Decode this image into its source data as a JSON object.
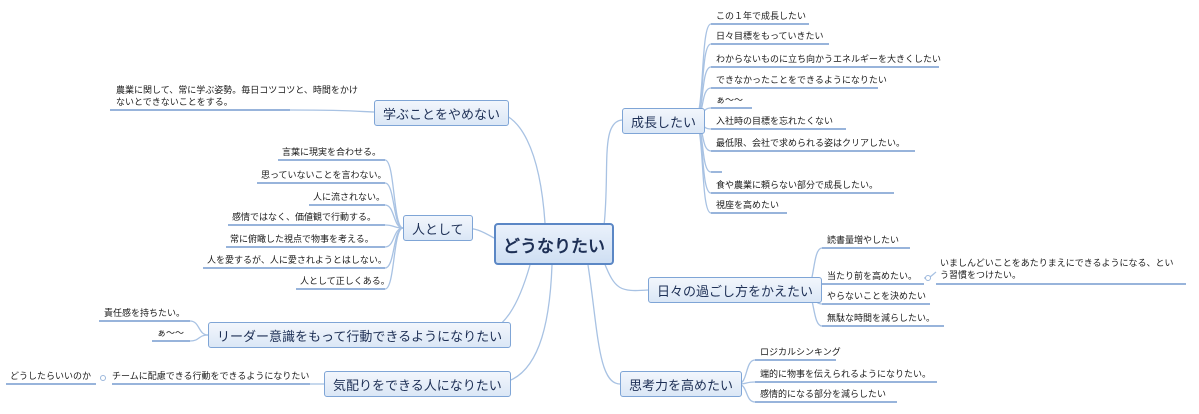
{
  "central": {
    "label": "どうなりたい"
  },
  "branches": {
    "growth": {
      "label": "成長したい",
      "items": [
        "この１年で成長したい",
        "日々目標をもっていきたい",
        "わからないものに立ち向かうエネルギーを大きくしたい",
        "できなかったことをできるようになりたい",
        "ぁ～～",
        "入社時の目標を忘れたくない",
        "最低限、会社で求められる姿はクリアしたい。",
        "",
        "食や農業に頼らない部分で成長したい。",
        "視座を高めたい"
      ]
    },
    "daily": {
      "label": "日々の過ごし方をかえたい",
      "items": [
        "読書量増やしたい",
        "当たり前を高めたい。",
        "やらないことを決めたい",
        "無駄な時間を減らしたい。"
      ],
      "sub": "いましんどいことをあたりまえにできるようになる、という習慣をつけたい。"
    },
    "thinking": {
      "label": "思考力を高めたい",
      "items": [
        "ロジカルシンキング",
        "端的に物事を伝えられるようになりたい。",
        "感情的になる部分を減らしたい"
      ]
    },
    "learning": {
      "label": "学ぶことをやめない",
      "note": "農業に関して、常に学ぶ姿勢。毎日コツコツと、時間をかけないとできないことをする。"
    },
    "person": {
      "label": "人として",
      "items": [
        "言葉に現実を合わせる。",
        "思っていないことを言わない。",
        "人に流されない。",
        "感情ではなく、価値観で行動する。",
        "常に俯瞰した視点で物事を考える。",
        "人を愛するが、人に愛されようとはしない。",
        "人として正しくある。"
      ]
    },
    "leader": {
      "label": "リーダー意識をもって行動できるようになりたい",
      "items": [
        "責任感を持ちたい。",
        "ぁ～～"
      ]
    },
    "care": {
      "label": "気配りをできる人になりたい",
      "item": "チームに配慮できる行動をできるようになりたい",
      "sub": "どうしたらいいのか"
    }
  },
  "colors": {
    "line": "#a8c2e3",
    "underline": "#5b87c5",
    "node_border": "#7fa5d6"
  }
}
